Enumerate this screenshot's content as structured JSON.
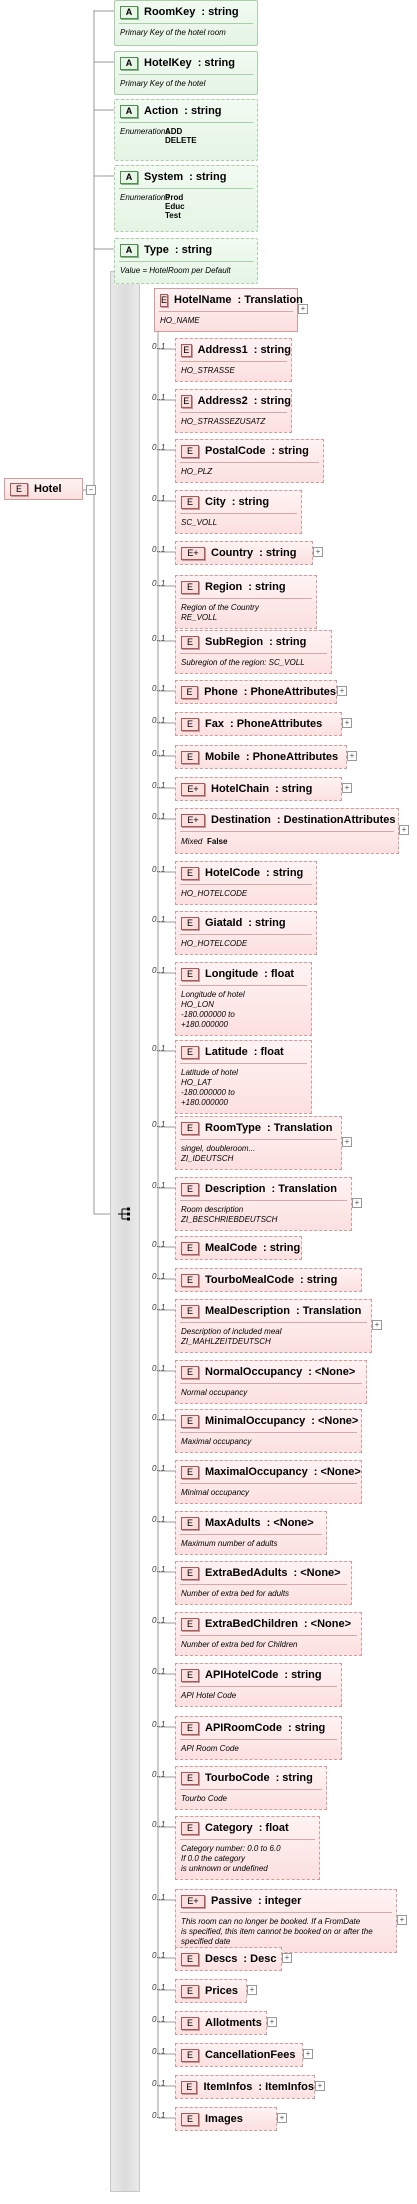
{
  "root": {
    "name": "Hotel"
  },
  "attributes": [
    {
      "name": "RoomKey",
      "type": ": string",
      "desc": "Primary Key of the hotel room",
      "optional": false
    },
    {
      "name": "HotelKey",
      "type": ": string",
      "desc": "Primary Key of the hotel",
      "optional": false
    },
    {
      "name": "Action",
      "type": ": string",
      "enum_label": "Enumerations",
      "enum_values": [
        "ADD",
        "DELETE"
      ],
      "optional": true
    },
    {
      "name": "System",
      "type": ": string",
      "enum_label": "Enumerations",
      "enum_values": [
        "Prod",
        "Educ",
        "Test"
      ],
      "optional": true
    },
    {
      "name": "Type",
      "type": ": string",
      "desc": "Value = HotelRoom per Default",
      "optional": true
    }
  ],
  "elements": [
    {
      "name": "HotelName",
      "type": ": Translation",
      "desc": [
        "HO_NAME"
      ],
      "card": ""
    },
    {
      "name": "Address1",
      "type": ": string",
      "desc": [
        "HO_STRASSE"
      ],
      "card": "0..1"
    },
    {
      "name": "Address2",
      "type": ": string",
      "desc": [
        "HO_STRASSEZUSATZ"
      ],
      "card": "0..1"
    },
    {
      "name": "PostalCode",
      "type": ": string",
      "desc": [
        "HO_PLZ"
      ],
      "card": "0..1"
    },
    {
      "name": "City",
      "type": ": string",
      "desc": [
        "SC_VOLL"
      ],
      "card": "0..1"
    },
    {
      "name": "Country",
      "type": ": string",
      "desc": [],
      "card": "0..1"
    },
    {
      "name": "Region",
      "type": ": string",
      "desc": [
        "Region of the Country",
        "RE_VOLL"
      ],
      "card": "0..1"
    },
    {
      "name": "SubRegion",
      "type": ": string",
      "desc": [
        "Subregion of the region: SC_VOLL"
      ],
      "card": "0..1"
    },
    {
      "name": "Phone",
      "type": ": PhoneAttributes",
      "desc": [],
      "card": "0..1"
    },
    {
      "name": "Fax",
      "type": ": PhoneAttributes",
      "desc": [],
      "card": "0..1"
    },
    {
      "name": "Mobile",
      "type": ": PhoneAttributes",
      "desc": [],
      "card": "0..1"
    },
    {
      "name": "HotelChain",
      "type": ": string",
      "desc": [],
      "card": "0..1"
    },
    {
      "name": "Destination",
      "type": ": DestinationAttributes",
      "mixed_label": "Mixed",
      "mixed_value": "False",
      "card": "0..1"
    },
    {
      "name": "HotelCode",
      "type": ": string",
      "desc": [
        "HO_HOTELCODE"
      ],
      "card": "0..1"
    },
    {
      "name": "GiataId",
      "type": ": string",
      "desc": [
        "HO_HOTELCODE"
      ],
      "card": "0..1"
    },
    {
      "name": "Longitude",
      "type": ": float",
      "desc": [
        "Longitude of hotel",
        "HO_LON",
        "-180.000000 to",
        "+180.000000"
      ],
      "card": "0..1"
    },
    {
      "name": "Latitude",
      "type": ": float",
      "desc": [
        "Latitude of hotel",
        "HO_LAT",
        "-180.000000 to",
        "+180.000000"
      ],
      "card": "0..1"
    },
    {
      "name": "RoomType",
      "type": ": Translation",
      "desc": [
        "singel, doubleroom...",
        "ZI_IDEUTSCH"
      ],
      "card": "0..1"
    },
    {
      "name": "Description",
      "type": ": Translation",
      "desc": [
        "Room description",
        "ZI_BESCHRIEBDEUTSCH"
      ],
      "card": "0..1"
    },
    {
      "name": "MealCode",
      "type": ": string",
      "desc": [],
      "card": "0..1"
    },
    {
      "name": "TourboMealCode",
      "type": ": string",
      "desc": [],
      "card": "0..1"
    },
    {
      "name": "MealDescription",
      "type": ": Translation",
      "desc": [
        "Description of included meal",
        "ZI_MAHLZEITDEUTSCH"
      ],
      "card": "0..1"
    },
    {
      "name": "NormalOccupancy",
      "type": ": <None>",
      "desc": [
        "Normal occupancy"
      ],
      "card": "0..1"
    },
    {
      "name": "MinimalOccupancy",
      "type": ": <None>",
      "desc": [
        "Maximal occupancy"
      ],
      "card": "0..1"
    },
    {
      "name": "MaximalOccupancy",
      "type": ": <None>",
      "desc": [
        "Minimal occupancy"
      ],
      "card": "0..1"
    },
    {
      "name": "MaxAdults",
      "type": ": <None>",
      "desc": [
        "Maximum number of adults"
      ],
      "card": "0..1"
    },
    {
      "name": "ExtraBedAdults",
      "type": ": <None>",
      "desc": [
        "Number of extra bed for adults"
      ],
      "card": "0..1"
    },
    {
      "name": "ExtraBedChildren",
      "type": ": <None>",
      "desc": [
        "Number of extra bed for Children"
      ],
      "card": "0..1"
    },
    {
      "name": "APIHotelCode",
      "type": ": string",
      "desc": [
        "API Hotel Code"
      ],
      "card": "0..1"
    },
    {
      "name": "APIRoomCode",
      "type": ": string",
      "desc": [
        "API Room Code"
      ],
      "card": "0..1"
    },
    {
      "name": "TourboCode",
      "type": ": string",
      "desc": [
        "Tourbo Code"
      ],
      "card": "0..1"
    },
    {
      "name": "Category",
      "type": ": float",
      "desc": [
        "Category number: 0.0 to 6.0",
        "If 0.0 the category",
        "is unknown or undefined"
      ],
      "card": "0..1"
    },
    {
      "name": "Passive",
      "type": ": integer",
      "desc": [
        "This room can no longer be booked. If a FromDate",
        "is specified, this item cannot be booked on or after the",
        "specified date"
      ],
      "card": "0..1"
    },
    {
      "name": "Descs",
      "type": ": Desc",
      "desc": [],
      "card": "0..1"
    },
    {
      "name": "Prices",
      "type": "",
      "desc": [],
      "card": "0..1"
    },
    {
      "name": "Allotments",
      "type": "",
      "desc": [],
      "card": "0..1"
    },
    {
      "name": "CancellationFees",
      "type": "",
      "desc": [],
      "card": "0..1"
    },
    {
      "name": "ItemInfos",
      "type": ": ItemInfos",
      "desc": [],
      "card": "0..1"
    },
    {
      "name": "Images",
      "type": "",
      "desc": [],
      "card": "0..1"
    }
  ],
  "badges": {
    "attribute": "A",
    "element": "E"
  }
}
